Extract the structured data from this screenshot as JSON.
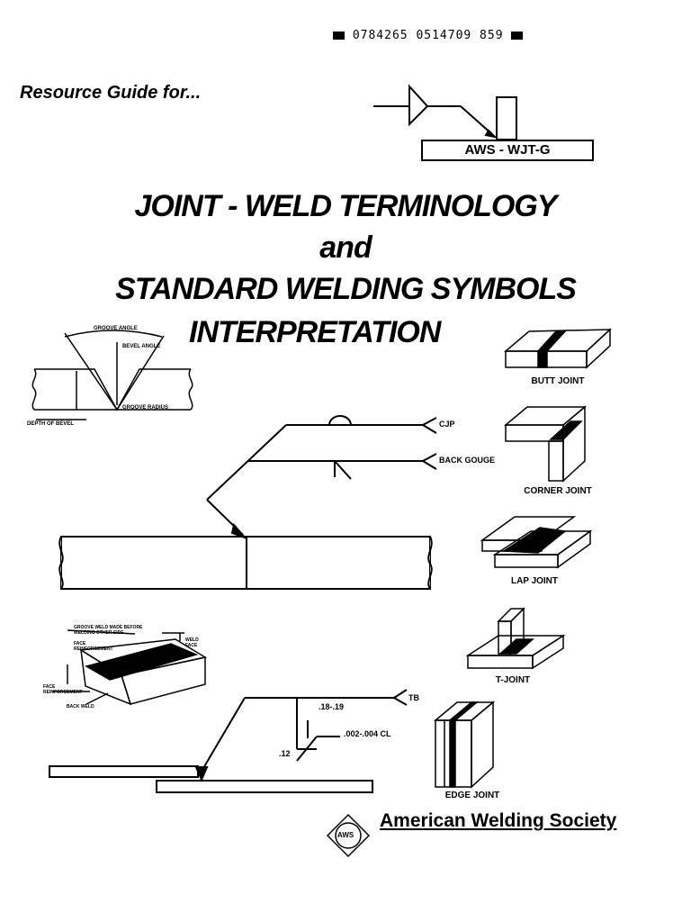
{
  "header": {
    "barcode_number": "0784265 0514709 859",
    "resource_line": "Resource Guide for...",
    "doc_code": "AWS - WJT-G"
  },
  "title": {
    "line1": "JOINT - WELD TERMINOLOGY",
    "line2": "and",
    "line3": "STANDARD WELDING SYMBOLS",
    "line4": "INTERPRETATION"
  },
  "groove_diagram": {
    "groove_angle": "GROOVE ANGLE",
    "bevel_angle": "BEVEL ANGLE",
    "groove_radius": "GROOVE RADIUS",
    "depth_of_bevel": "DEPTH OF BEVEL"
  },
  "symbol_diagram": {
    "cjp": "CJP",
    "back_gouge": "BACK GOUGE"
  },
  "weld_diagram": {
    "groove_weld_note": "GROOVE WELD MADE BEFORE WELDING OTHER SIDE",
    "weld_face": "WELD FACE",
    "face_reinforcement": "FACE REINFORCEMENT",
    "root_reinforcement": "FACE REINFORCEMENT",
    "back_weld": "BACK WELD"
  },
  "tb_diagram": {
    "tb": "TB",
    "dim1": ".18-.19",
    "dim2": ".002-.004 CL",
    "dim3": ".12"
  },
  "joints": [
    "BUTT JOINT",
    "CORNER JOINT",
    "LAP JOINT",
    "T-JOINT",
    "EDGE JOINT"
  ],
  "footer": {
    "logo_text": "AWS",
    "society": "American Welding Society"
  }
}
